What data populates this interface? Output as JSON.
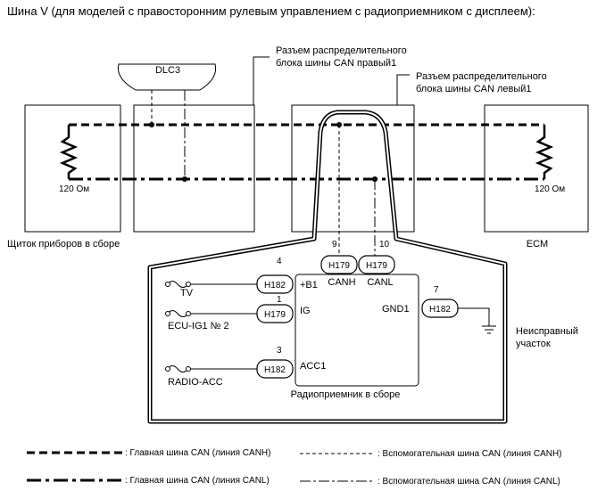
{
  "title": "Шина V (для моделей с правосторонним рулевым управлением с радиоприемником с дисплеем):",
  "dlc3": "DLC3",
  "junction_right": [
    "Разъем распределительного",
    "блока шины CAN правый1"
  ],
  "junction_left": [
    "Разъем распределительного",
    "блока шины CAN левый1"
  ],
  "combination_meter": {
    "resistor": "120 Ом",
    "label": "Щиток приборов в сборе"
  },
  "ecm": {
    "resistor": "120 Ом",
    "label": "ECM"
  },
  "radio": {
    "label": "Радиоприемник в сборе",
    "pins": {
      "b1": {
        "num": "4",
        "connector": "H182",
        "name": "+B1"
      },
      "ig": {
        "num": "1",
        "connector": "H179",
        "name": "IG"
      },
      "acc1": {
        "num": "3",
        "connector": "H182",
        "name": "ACC1"
      },
      "canh": {
        "num": "9",
        "connector": "H179",
        "name": "CANH"
      },
      "canl": {
        "num": "10",
        "connector": "H179",
        "name": "CANL"
      },
      "gnd1": {
        "num": "7",
        "connector": "H182",
        "name": "GND1"
      }
    }
  },
  "fuses": {
    "tv": "TV",
    "ecu_ig1": "ECU-IG1 № 2",
    "radio_acc": "RADIO-ACC"
  },
  "fault": [
    "Неисправный",
    "участок"
  ],
  "legend": {
    "main_canh": ": Главная шина CAN (линия CANH)",
    "main_canl": ": Главная шина CAN (линия CANL)",
    "sub_canh": ": Вспомогательная шина CAN (линия CANH)",
    "sub_canl": ": Вспомогательная шина CAN (линия CANL)"
  }
}
